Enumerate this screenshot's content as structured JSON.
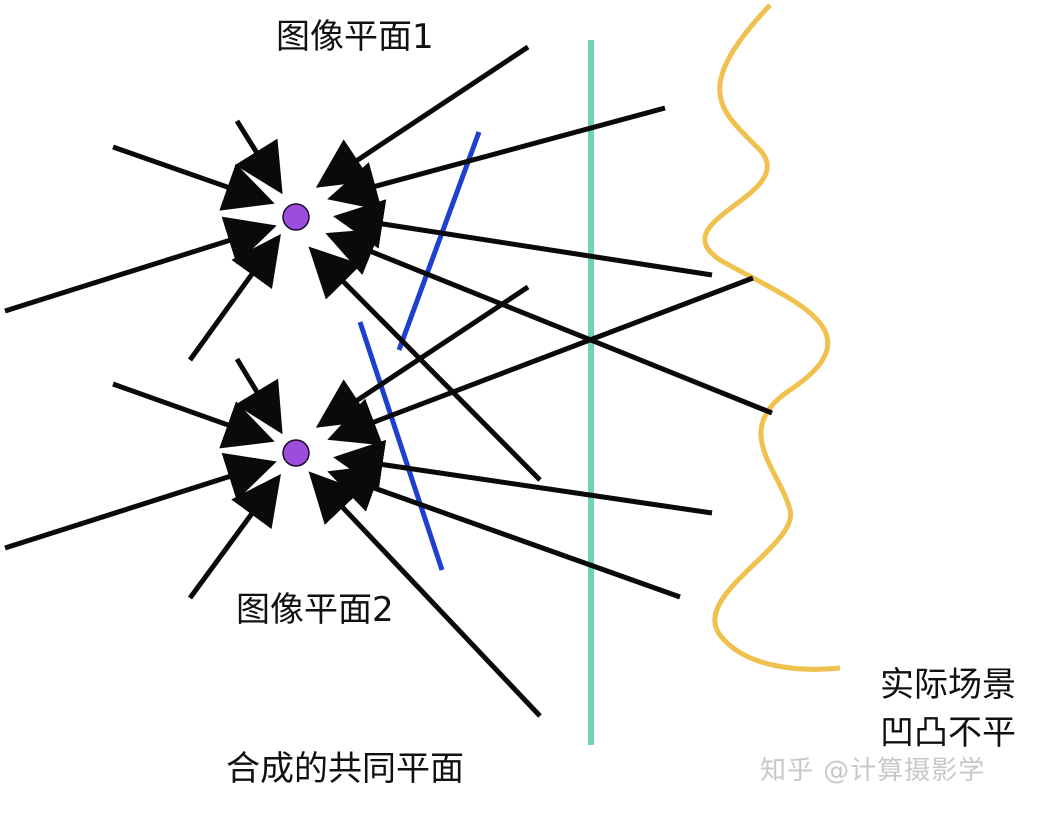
{
  "labels": {
    "image_plane_1": "图像平面1",
    "image_plane_2": "图像平面2",
    "common_plane": "合成的共同平面",
    "scene_line1": "实际场景",
    "scene_line2": "凹凸不平"
  },
  "watermark": "知乎 @计算摄影学",
  "colors": {
    "arrow": "#0a0a0a",
    "focal_point": "#9b4ddb",
    "image_plane": "#1f3fcf",
    "common_plane": "#6fd3b8",
    "scene_curve": "#f0c14e"
  }
}
